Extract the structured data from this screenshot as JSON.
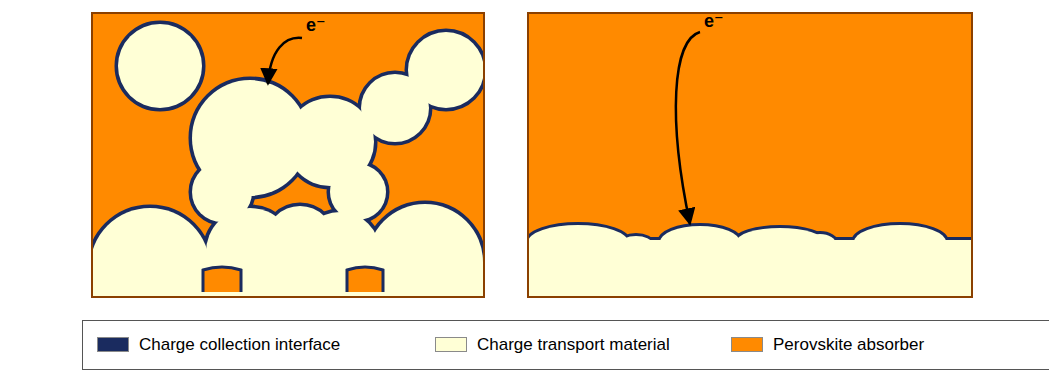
{
  "diagram": {
    "labels": [
      "e⁻",
      "e⁻"
    ],
    "legend": [
      {
        "text": "Charge collection interface",
        "color": "#1A2B5F"
      },
      {
        "text": "Charge transport material",
        "color": "#FFFFD6"
      },
      {
        "text": "Perovskite absorber",
        "color": "#FF8A00"
      }
    ]
  }
}
